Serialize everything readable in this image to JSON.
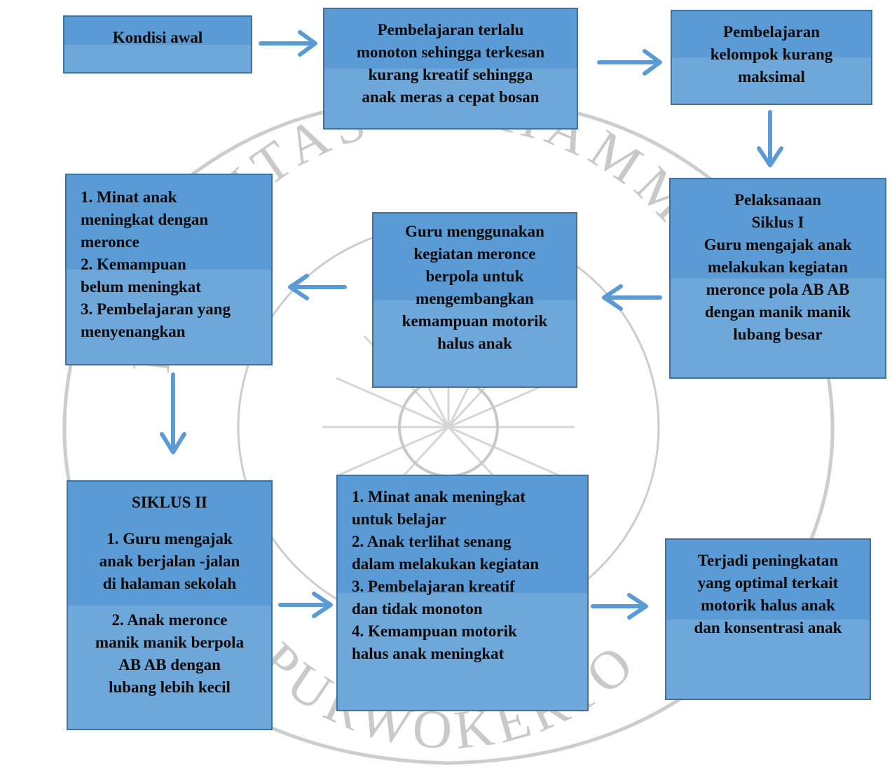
{
  "colors": {
    "box_fill": "#5b9bd5",
    "box_border": "#41719c",
    "arrow": "#5b9bd5",
    "watermark": "#bdbdbd"
  },
  "watermark": {
    "text_top": "UNIVERSITAS MUHAMMADIYAH",
    "text_bottom": "PURWOKERTO",
    "icon": "university-seal-icon"
  },
  "boxes": {
    "kondisi_awal": {
      "lines": [
        "Kondisi awal"
      ]
    },
    "pembelajaran_monoton": {
      "lines": [
        "Pembelajaran terlalu",
        "monoton sehingga terkesan",
        "kurang kreatif sehingga",
        "anak meras a cepat bosan"
      ]
    },
    "kelompok": {
      "lines": [
        "Pembelajaran",
        "kelompok kurang",
        "maksimal"
      ]
    },
    "siklus1": {
      "lines": [
        "Pelaksanaan",
        "Siklus I",
        "Guru mengajak anak",
        "melakukan kegiatan",
        "meronce pola AB AB",
        "dengan manik manik",
        "lubang besar"
      ]
    },
    "guru_meronce": {
      "lines": [
        "Guru menggunakan",
        "kegiatan meronce",
        "berpola untuk",
        "mengembangkan",
        "kemampuan motorik",
        "halus anak"
      ]
    },
    "hasil1": {
      "lines": [
        "1. Minat anak",
        "meningkat dengan",
        "meronce",
        "2.  Kemampuan",
        "belum meningkat",
        "3. Pembelajaran yang",
        "menyenangkan"
      ]
    },
    "siklus2": {
      "title": "SIKLUS II",
      "lines_a": [
        "1. Guru mengajak",
        "anak berjalan -jalan",
        "di halaman sekolah"
      ],
      "lines_b": [
        "2. Anak meronce",
        "manik manik berpola",
        "AB AB dengan",
        "lubang lebih kecil"
      ]
    },
    "hasil2": {
      "lines": [
        "1. Minat anak meningkat",
        "untuk belajar",
        "2. Anak terlihat senang",
        "dalam melakukan kegiatan",
        "3. Pembelajaran kreatif",
        "dan tidak monoton",
        "4. Kemampuan motorik",
        "halus anak meningkat"
      ]
    },
    "terjadi": {
      "lines": [
        "Terjadi peningkatan",
        "yang optimal terkait",
        "motorik halus anak",
        "dan konsentrasi anak"
      ]
    }
  }
}
